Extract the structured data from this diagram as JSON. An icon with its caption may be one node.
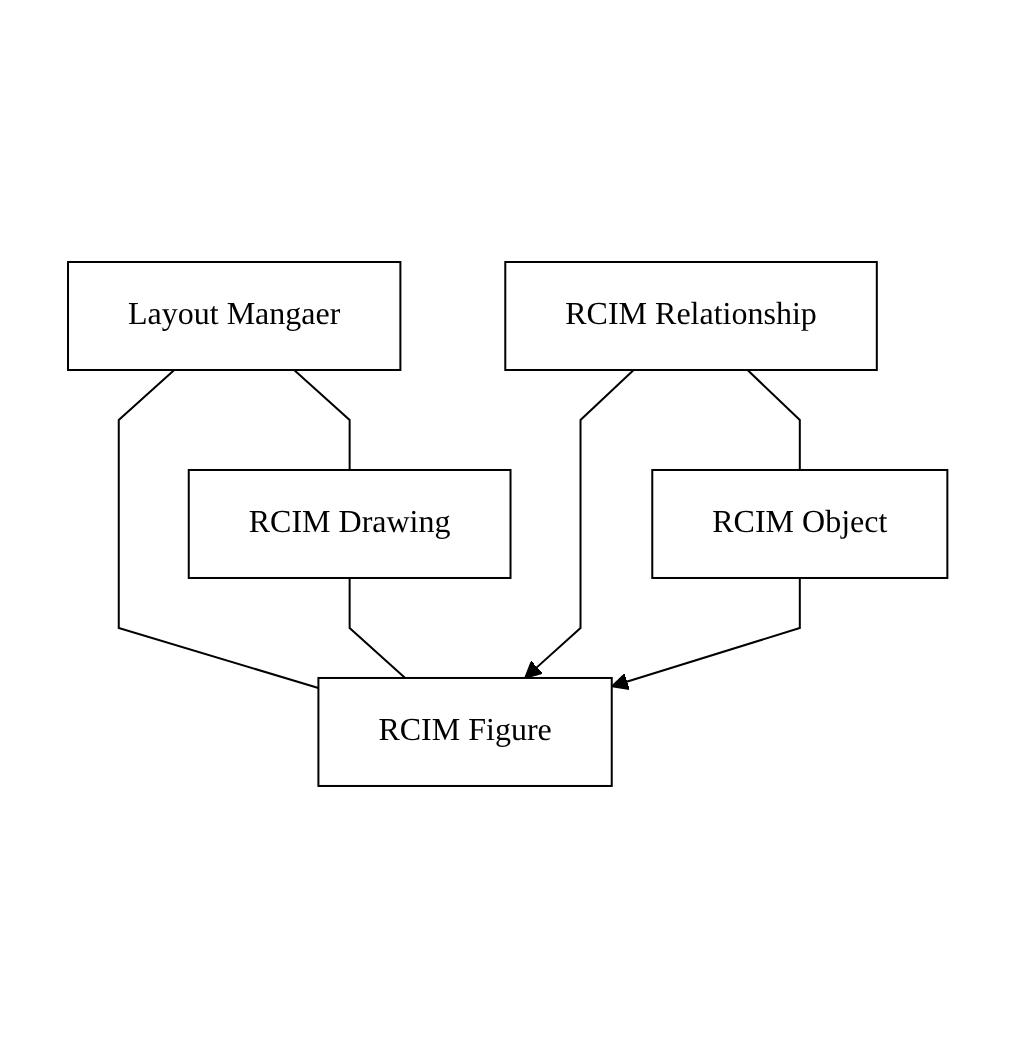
{
  "diagram": {
    "nodes": [
      {
        "text": [
          "Layout Mangaer"
        ]
      },
      {
        "text": [
          "RCIM Drawing"
        ]
      },
      {
        "text": [
          "RCIM Figure"
        ]
      },
      {
        "text": [
          "RCIM Relationship"
        ]
      },
      {
        "text": [
          "RCIM Object"
        ]
      }
    ],
    "edges": [
      {
        "from": 0,
        "to": 1,
        "arrow": "none"
      },
      {
        "from": 0,
        "to": 2,
        "arrow": "none"
      },
      {
        "from": 1,
        "to": 2,
        "arrow": "none"
      },
      {
        "from": 3,
        "to": 2,
        "arrow": "to"
      },
      {
        "from": 4,
        "to": 2,
        "arrow": "to"
      },
      {
        "from": 3,
        "to": 4,
        "arrow": "none"
      }
    ]
  }
}
